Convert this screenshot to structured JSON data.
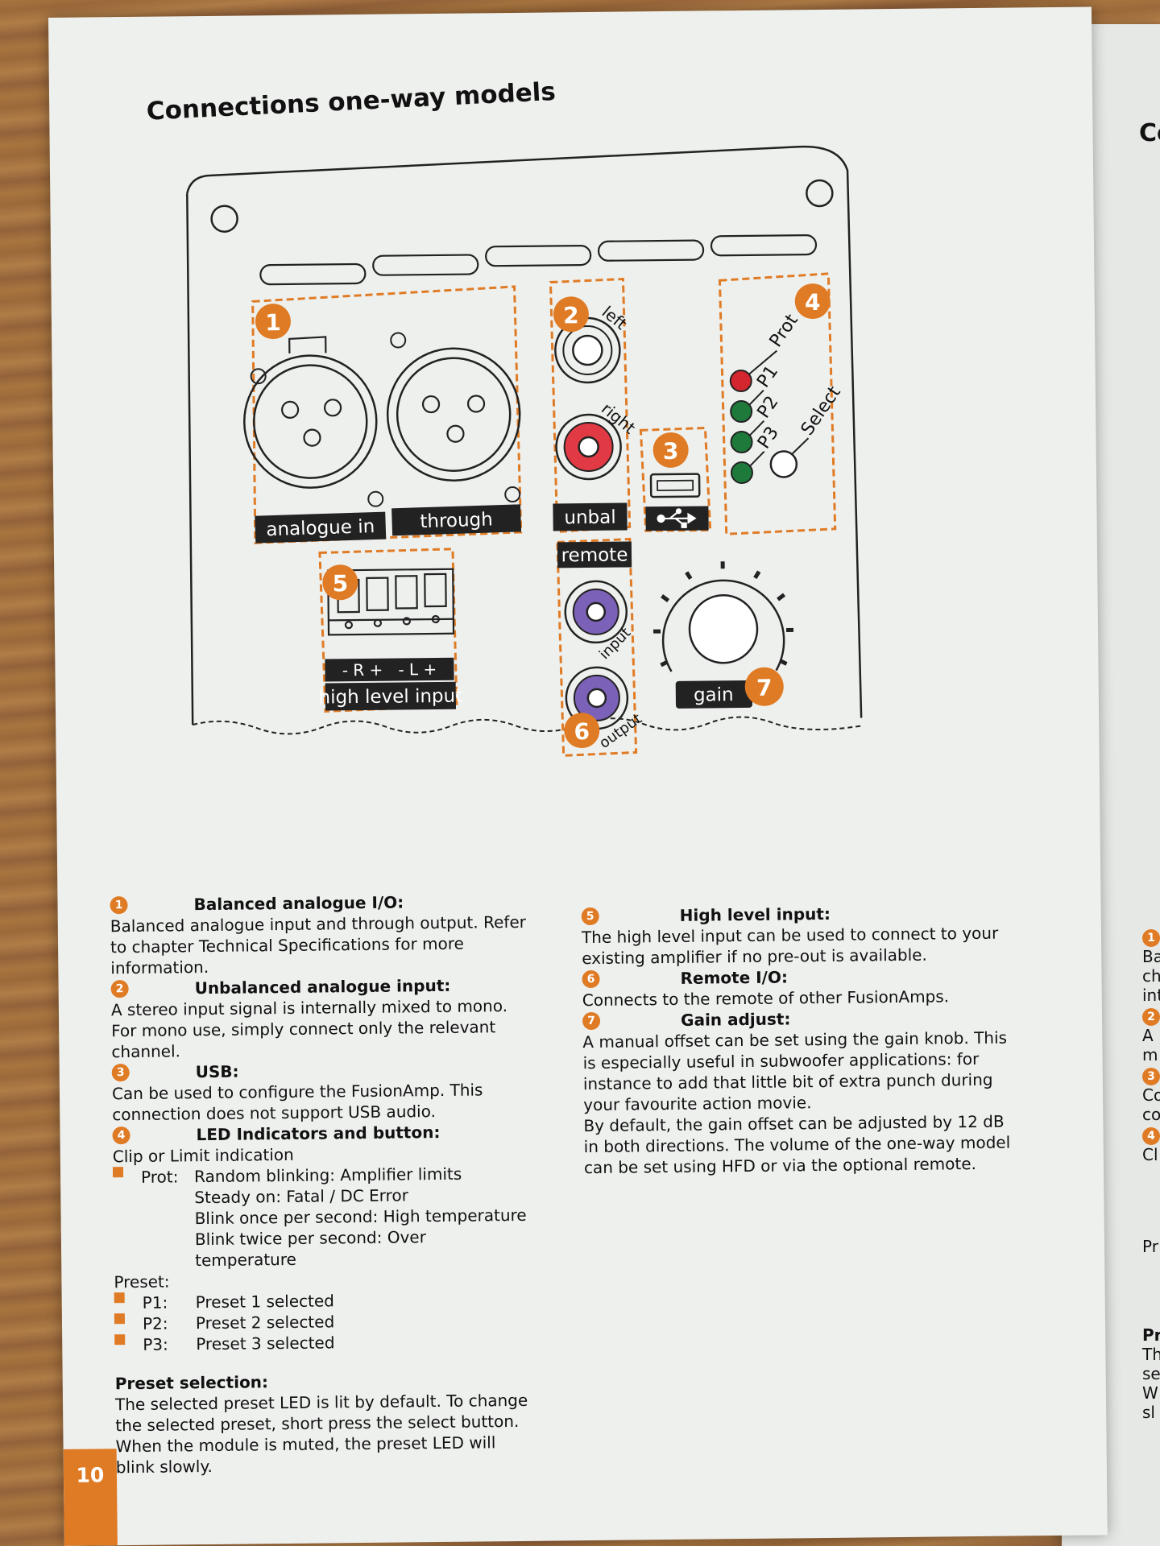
{
  "page_title": "Connections one-way models",
  "page_number": "10",
  "diagram": {
    "labels": {
      "analogue_in": "analogue in",
      "through": "through",
      "unbal": "unbal",
      "remote": "remote",
      "high_level_input": "high level input",
      "terminal_polarity": "- R +   - L +",
      "gain": "gain",
      "left": "left",
      "right": "right",
      "input": "input",
      "output": "output",
      "prot": "Prot",
      "p1": "P1",
      "p2": "P2",
      "p3": "P3",
      "select": "Select"
    },
    "badges": [
      "1",
      "2",
      "3",
      "4",
      "5",
      "6",
      "7"
    ],
    "colors": {
      "accent": "#e07b25",
      "led_red": "#d4262e",
      "led_green": "#1e7a3a",
      "rca_red": "#e23a44",
      "rca_purple": "#7b62b8",
      "label_bg": "#222222"
    }
  },
  "left_column": {
    "s1_num": "1",
    "s1_title": "Balanced analogue I/O:",
    "s1_body": "Balanced analogue input and through output. Refer to chapter Technical Specifications for more information.",
    "s2_num": "2",
    "s2_title": "Unbalanced analogue input:",
    "s2_body": "A stereo input signal is internally mixed to mono. For mono use, simply connect only the relevant channel.",
    "s3_num": "3",
    "s3_title": "USB:",
    "s3_body": "Can be used to configure the FusionAmp. This connection does not support USB audio.",
    "s4_num": "4",
    "s4_title": "LED Indicators and button:",
    "s4_clip": "Clip or Limit indication",
    "prot_label": "Prot:",
    "prot_lines": [
      "Random blinking: Amplifier limits",
      "Steady on: Fatal / DC Error",
      "Blink once per second: High temperature",
      "Blink twice per second: Over temperature"
    ],
    "preset_label": "Preset:",
    "presets": [
      {
        "key": "P1:",
        "value": "Preset 1 selected"
      },
      {
        "key": "P2:",
        "value": "Preset 2 selected"
      },
      {
        "key": "P3:",
        "value": "Preset 3 selected"
      }
    ],
    "preset_sel_title": "Preset selection:",
    "preset_sel_body": "The selected preset LED is lit by default. To change the selected preset, short press the select button. When the module is muted, the preset LED will blink slowly."
  },
  "right_column": {
    "s5_num": "5",
    "s5_title": "High level input:",
    "s5_body": "The high level input can be used to connect to your existing amplifier if no pre-out is available.",
    "s6_num": "6",
    "s6_title": "Remote I/O:",
    "s6_body": "Connects to the remote of other FusionAmps.",
    "s7_num": "7",
    "s7_title": "Gain adjust:",
    "s7_body1": "A manual offset can be set using the gain knob. This is especially useful in subwoofer applications: for instance to add that little bit of extra punch during your favourite action movie.",
    "s7_body2": "By default, the gain offset can be adjusted by 12 dB in both directions. The volume of the one-way model can be set using HFD or via the optional remote."
  },
  "next_page_peek": {
    "title_fragment": "Co",
    "fragments": [
      "Ba",
      "ch",
      "int",
      "A",
      "m",
      "Co",
      "co",
      "Cl",
      "Pr",
      "Pr",
      "Th",
      "se",
      "W",
      "sl"
    ],
    "badges": [
      "1",
      "2",
      "3",
      "4"
    ]
  }
}
